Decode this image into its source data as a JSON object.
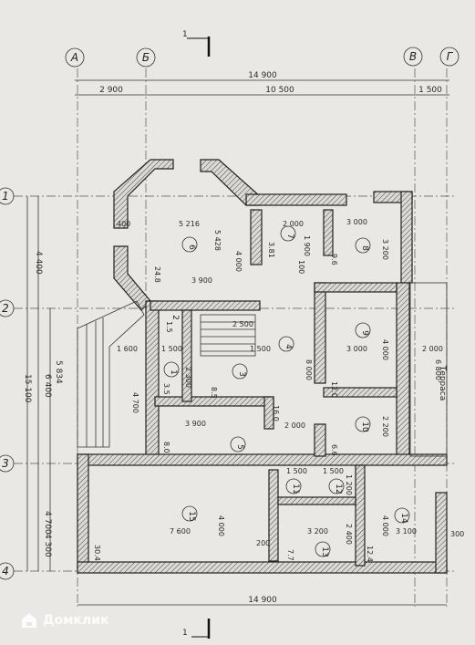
{
  "grid_letters": [
    "А",
    "Б",
    "В",
    "Г"
  ],
  "grid_numbers": [
    "1",
    "2",
    "3",
    "4"
  ],
  "section_mark": "1",
  "top_dims": {
    "overall": "14 900",
    "left": "2 900",
    "middle": "10 500",
    "right": "1 500"
  },
  "bottom_dim": "14 900",
  "left_dims": {
    "span_a": "4 400",
    "total": "15 100",
    "span_b": "5 834",
    "span_c": "6 400",
    "span_d": "4 700",
    "span_e": "4 300"
  },
  "room_numbers": [
    "1",
    "2",
    "3",
    "4",
    "5",
    "6",
    "7",
    "8",
    "9",
    "10",
    "11",
    "12",
    "13",
    "14",
    "15"
  ],
  "room_areas": [
    "24.8",
    "3.81",
    "9.6",
    "12.0",
    "6.6",
    "3.5",
    "8.5",
    "16.0",
    "8.0",
    "30.4",
    "7.7",
    "12.4",
    "1.5"
  ],
  "interior_dims": [
    "5 216",
    "5 428",
    "4 000",
    "3 900",
    "2 000",
    "3 000",
    "3 200",
    "1 900",
    "2 500",
    "1 600",
    "1 500",
    "2 300",
    "1 500",
    "3 000",
    "4 000",
    "8 000",
    "2 000",
    "6 800",
    "4 700",
    "2 200",
    "3 900",
    "2 000",
    "1 500",
    "1 500",
    "1 200",
    "4 000",
    "7 600",
    "3 200",
    "2 400",
    "3 100",
    "4 000",
    "400",
    "300",
    "200",
    "100"
  ],
  "terrace_label": "Терраса",
  "watermark": "Домклик"
}
